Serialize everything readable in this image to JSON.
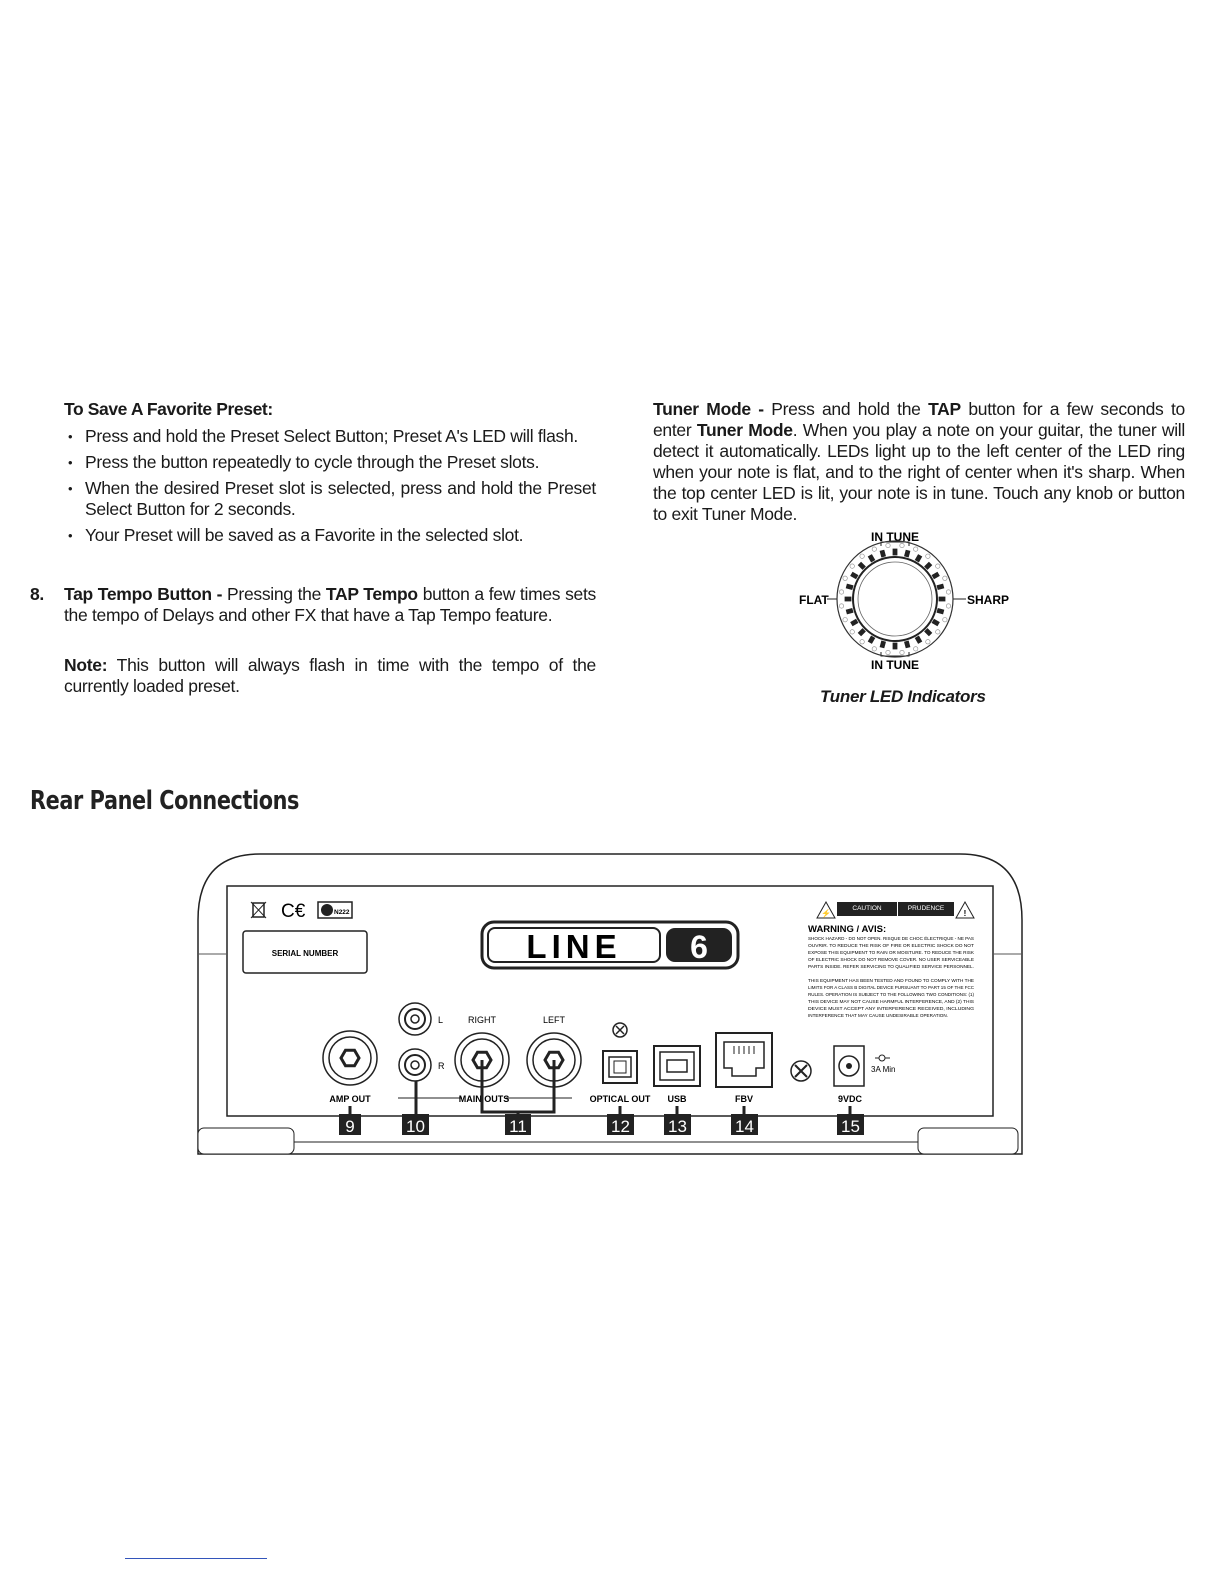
{
  "favorite": {
    "title": "To Save A Favorite Preset:",
    "bullets": [
      "Press and hold the Preset Select Button; Preset A's LED will flash.",
      "Press the button repeatedly to cycle through the Preset slots.",
      "When the desired Preset slot is selected, press and hold the Preset Select Button for 2 seconds.",
      "Your Preset will be saved as a Favorite in the selected slot."
    ]
  },
  "item8": {
    "number": "8.",
    "title": "Tap Tempo Button - ",
    "text_a": "Pressing the ",
    "bold_b": "TAP Tempo",
    "text_c": " button a few times sets the tempo of Delays and other FX that have a Tap Tempo feature.",
    "note_label": "Note:",
    "note_text": " This button will always flash in time with the tempo of the currently loaded preset."
  },
  "tuner": {
    "title": "Tuner Mode - ",
    "text_a": "Press and hold the ",
    "bold_tap": "TAP",
    "text_b": " button for a few seconds to enter ",
    "bold_mode": "Tuner Mode",
    "text_c": ". When you play a note on your guitar, the tuner will detect it automatically.  LEDs light up to the left center of the LED ring when your note is flat, and to the right of center when it's sharp. When the top center LED is lit, your note is in tune.  Touch any knob or button to exit Tuner Mode.",
    "diagram": {
      "in_tune_top": "IN TUNE",
      "in_tune_bottom": "IN TUNE",
      "flat": "FLAT",
      "sharp": "SHARP"
    },
    "caption": "Tuner LED Indicators"
  },
  "rear_panel": {
    "heading": "Rear Panel Connections",
    "serial": "SERIAL NUMBER",
    "brand": "LINE",
    "brand_number": "6",
    "ce": "C€",
    "ctick": "N222",
    "caution": "CAUTION",
    "prudence": "PRUDENCE",
    "warning_title": "WARNING / AVIS:",
    "warning_text": [
      "SHOCK HAZARD - DO NOT OPEN. RISQUE DE CHOC ÉLECTRIQUE - NE PAS",
      "OUVRIR. TO REDUCE THE RISK OF FIRE OR ELECTRIC SHOCK DO NOT",
      "EXPOSE THIS EQUIPMENT TO RAIN OR MOISTURE. TO REDUCE THE RISK",
      "OF ELECTRIC SHOCK DO NOT REMOVE COVER. NO USER SERVICEABLE",
      "PARTS INSIDE. REFER SERVICING TO QUALIFIED SERVICE PERSONNEL."
    ],
    "fcc_text": [
      "THIS EQUIPMENT HAS BEEN TESTED AND FOUND TO COMPLY WITH THE",
      "LIMITS FOR A CLASS B DIGITAL DEVICE PURSUANT TO PART 15 OF THE FCC",
      "RULES. OPERATION IS SUBJECT TO THE FOLLOWING TWO CONDITIONS: (1)",
      "THIS DEVICE MAY NOT CAUSE HARMFUL INTERFERENCE, AND (2) THIS",
      "DEVICE MUST ACCEPT ANY INTERFERENCE RECEIVED, INCLUDING",
      "INTERFERENCE THAT MAY CAUSE UNDESIRABLE OPERATION."
    ],
    "labels": {
      "l": "L",
      "r": "R",
      "right": "RIGHT",
      "left": "LEFT",
      "amp_out": "AMP OUT",
      "main_outs": "MAIN OUTS",
      "optical_out": "OPTICAL OUT",
      "usb": "USB",
      "fbv": "FBV",
      "dc": "9VDC",
      "dc_rating": "3A Min"
    },
    "callouts": [
      "9",
      "10",
      "11",
      "12",
      "13",
      "14",
      "15"
    ]
  }
}
